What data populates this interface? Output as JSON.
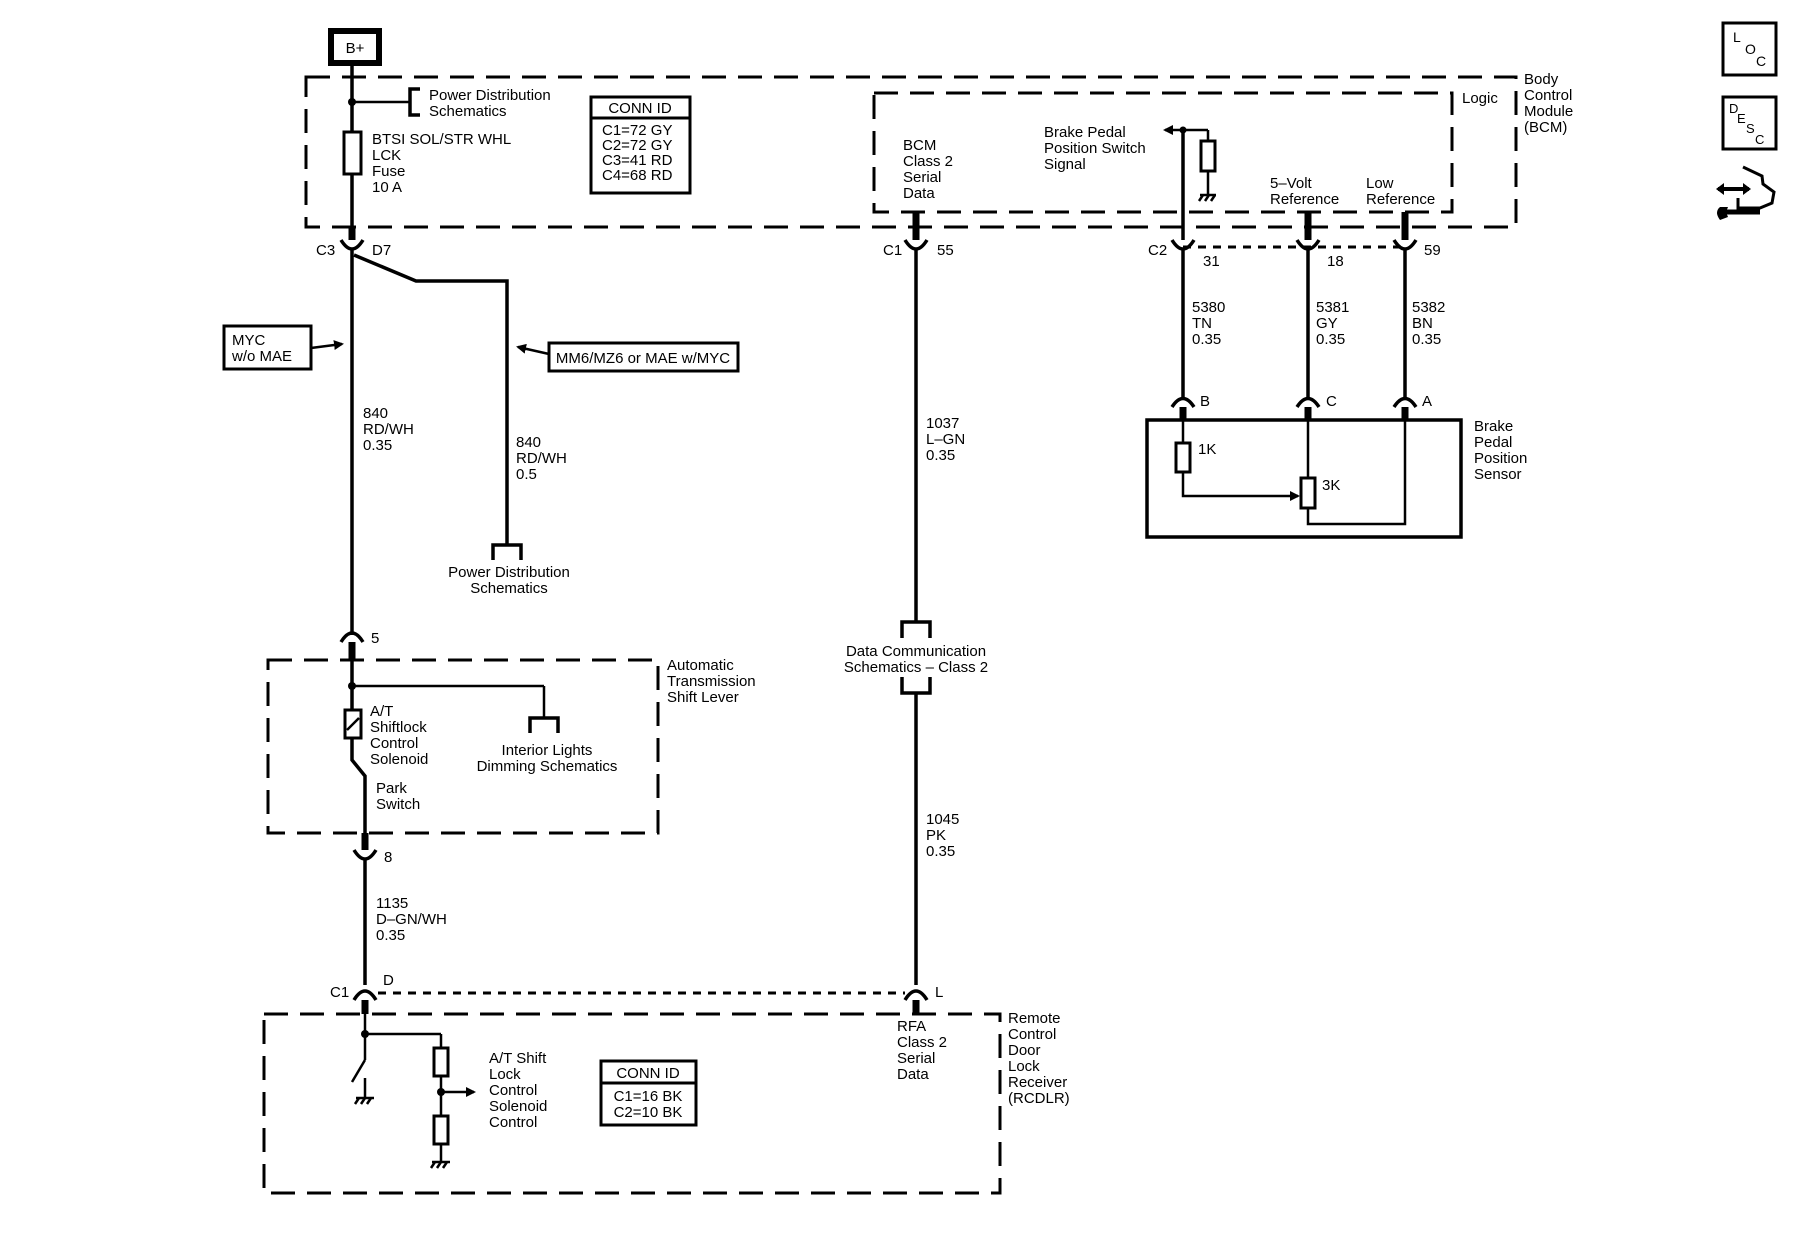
{
  "power_source": {
    "label": "B+"
  },
  "bcm": {
    "title_lines": [
      "Body",
      "Control",
      "Module",
      "(BCM)"
    ],
    "logic_label": "Logic",
    "power_dist_ref_lines": [
      "Power Distribution",
      "Schematics"
    ],
    "fuse_lines": [
      "BTSI SOL/STR WHL",
      "LCK",
      "Fuse",
      "10 A"
    ],
    "conn_id": {
      "header": "CONN ID",
      "rows": [
        "C1=72 GY",
        "C2=72 GY",
        "C3=41 RD",
        "C4=68 RD"
      ]
    },
    "class2_lines": [
      "BCM",
      "Class 2",
      "Serial",
      "Data"
    ],
    "brake_signal_lines": [
      "Brake Pedal",
      "Position Switch",
      "Signal"
    ],
    "five_volt_lines": [
      "5–Volt",
      "Reference"
    ],
    "low_ref_lines": [
      "Low",
      "Reference"
    ]
  },
  "connectors": {
    "c3": {
      "name": "C3",
      "pin": "D7"
    },
    "c1_bcm": {
      "name": "C1",
      "pin": "55"
    },
    "c2_bcm": {
      "name": "C2",
      "pins": [
        "31",
        "18",
        "59"
      ]
    },
    "shift_in": {
      "pin": "5"
    },
    "shift_out": {
      "pin": "8"
    },
    "sensor_pins": [
      "B",
      "C",
      "A"
    ],
    "rcdlr_c1": {
      "name": "C1",
      "pin": "D"
    },
    "rcdlr_l": {
      "pin": "L"
    }
  },
  "options": {
    "left": [
      "MYC",
      "w/o MAE"
    ],
    "right": "MM6/MZ6 or MAE w/MYC"
  },
  "wires": {
    "w840a": [
      "840",
      "RD/WH",
      "0.35"
    ],
    "w840b": [
      "840",
      "RD/WH",
      "0.5"
    ],
    "w1037": [
      "1037",
      "L–GN",
      "0.35"
    ],
    "w1045": [
      "1045",
      "PK",
      "0.35"
    ],
    "w1135": [
      "1135",
      "D–GN/WH",
      "0.35"
    ],
    "w5380": [
      "5380",
      "TN",
      "0.35"
    ],
    "w5381": [
      "5381",
      "GY",
      "0.35"
    ],
    "w5382": [
      "5382",
      "BN",
      "0.35"
    ]
  },
  "refs": {
    "power_dist_lines": [
      "Power Distribution",
      "Schematics"
    ],
    "data_comm_lines": [
      "Data Communication",
      "Schematics – Class 2"
    ],
    "interior_lights_lines": [
      "Interior Lights",
      "Dimming Schematics"
    ]
  },
  "shift_lever": {
    "title_lines": [
      "Automatic",
      "Transmission",
      "Shift Lever"
    ],
    "solenoid_lines": [
      "A/T",
      "Shiftlock",
      "Control",
      "Solenoid"
    ],
    "park_switch_lines": [
      "Park",
      "Switch"
    ]
  },
  "sensor": {
    "title_lines": [
      "Brake",
      "Pedal",
      "Position",
      "Sensor"
    ],
    "r1": "1K",
    "r2": "3K"
  },
  "rcdlr": {
    "title_lines": [
      "Remote",
      "Control",
      "Door",
      "Lock",
      "Receiver",
      "(RCDLR)"
    ],
    "solenoid_ctrl_lines": [
      "A/T Shift",
      "Lock",
      "Control",
      "Solenoid",
      "Control"
    ],
    "rfa_lines": [
      "RFA",
      "Class 2",
      "Serial",
      "Data"
    ],
    "conn_id": {
      "header": "CONN ID",
      "rows": [
        "C1=16 BK",
        "C2=10 BK"
      ]
    }
  },
  "side_icons": {
    "loc": [
      "L",
      "O",
      "C"
    ],
    "desc": [
      "D",
      "E",
      "S",
      "C"
    ]
  }
}
